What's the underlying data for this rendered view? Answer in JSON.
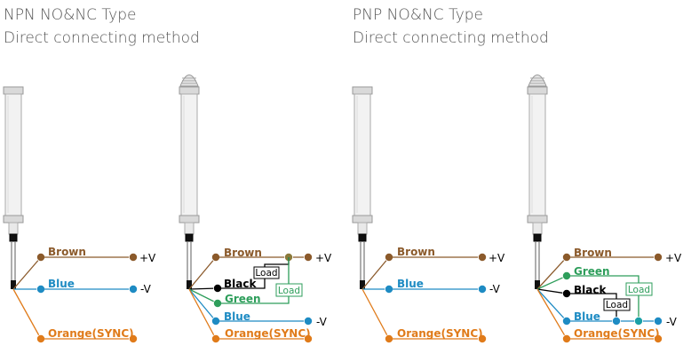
{
  "panels": [
    {
      "title": "NPN NO&NC Type",
      "subtitle": "Direct connecting method"
    },
    {
      "title": "PNP NO&NC Type",
      "subtitle": "Direct connecting method"
    }
  ],
  "wires": {
    "brown": "Brown",
    "blue": "Blue",
    "black": "Black",
    "green": "Green",
    "orange": "Orange(SYNC)"
  },
  "supply": {
    "plus": "+V",
    "minus": "-V"
  },
  "load_label": "Load",
  "colors": {
    "brown": "#8b5a2b",
    "blue": "#1e8bc3",
    "green": "#2e9e5b",
    "orange": "#e07b1a",
    "black": "#000000",
    "housing": "#b5b5b5",
    "load_green": "#2e9e5b"
  }
}
